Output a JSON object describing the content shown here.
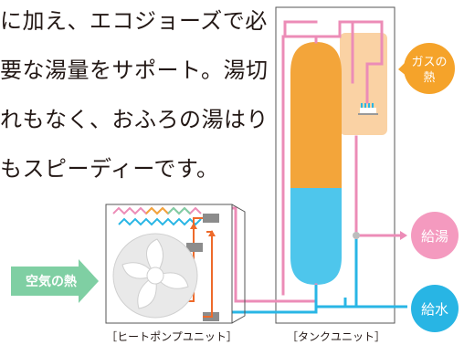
{
  "description_lines": [
    "に加え、エコジョーズで必",
    "要な湯量をサポート。湯切",
    "れもなく、おふろの湯はり",
    "もスピーディーです。"
  ],
  "labels": {
    "gas_heat_line1": "ガスの",
    "gas_heat_line2": "熱",
    "air_heat": "空気の熱",
    "hot_water_supply": "給湯",
    "water_supply": "給水",
    "heat_pump_unit": "［ヒートポンプユニット］",
    "tank_unit": "［タンクユニット］"
  },
  "colors": {
    "pink_pipe": "#ec8cb7",
    "blue_pipe": "#29b6e5",
    "orange_pipe": "#ee6a2a",
    "tank_hot": "#f3a53a",
    "tank_cold": "#4ec6ec",
    "gas_box": "#fad2a4",
    "gas_badge": "#f5a32a",
    "air_arrow": "#7fcfa3",
    "pink_badge": "#f49abf",
    "blue_badge": "#28b5e4",
    "text": "#231815"
  }
}
